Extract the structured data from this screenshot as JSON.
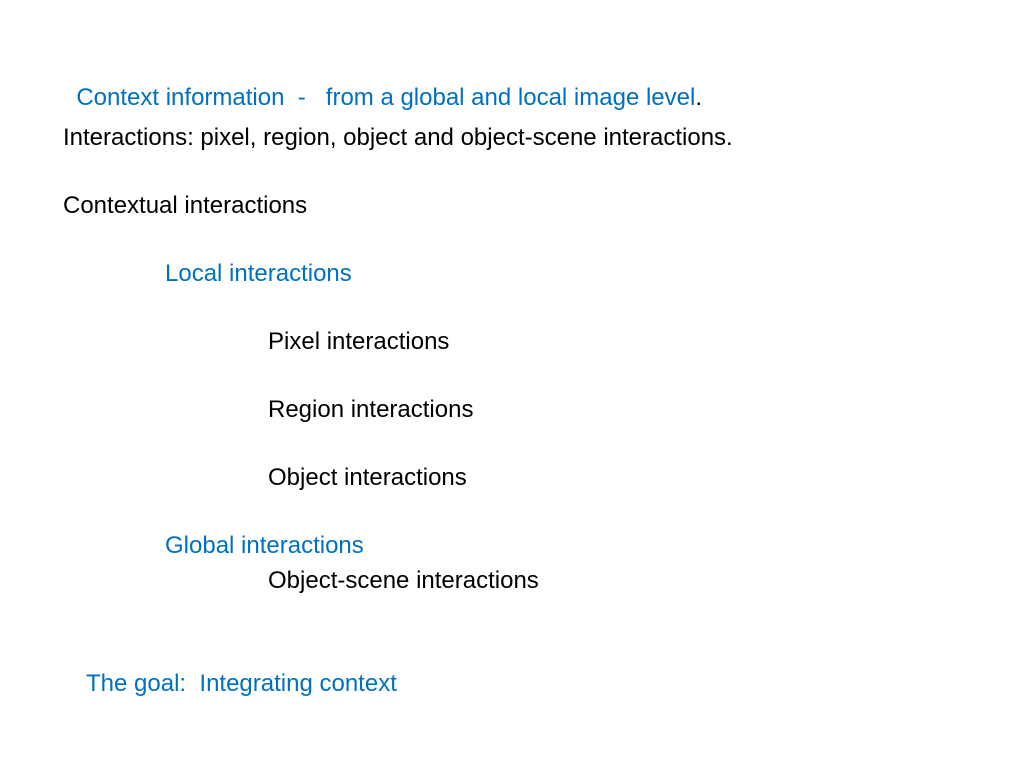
{
  "slide": {
    "line1": {
      "blue_text": "Context information  -   from a global and local image level",
      "black_text": "."
    },
    "line2": "Interactions: pixel, region, object and object-scene interactions.",
    "line3": "Contextual interactions",
    "local_heading": "Local interactions",
    "local_items": [
      "Pixel interactions",
      "Region interactions",
      "Object interactions"
    ],
    "global_heading": "Global interactions",
    "global_items": [
      "Object-scene interactions"
    ],
    "goal": "The goal:  Integrating context"
  },
  "colors": {
    "accent_blue": "#0070C0",
    "text_black": "#000000",
    "background": "#ffffff"
  }
}
